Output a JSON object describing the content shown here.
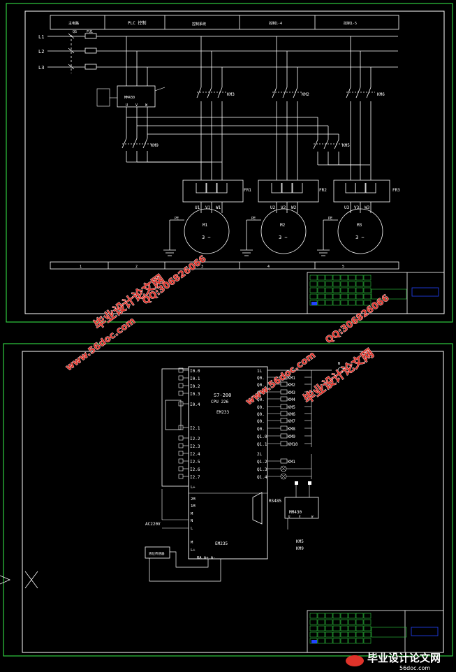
{
  "sheet1": {
    "header_cells": [
      "主电路",
      "PLC 控制",
      "控制系统",
      "控制1-4",
      "控制1-5"
    ],
    "lines": [
      "L1",
      "L2",
      "L3"
    ],
    "qs": "QS",
    "fu1": "FU1",
    "contactors": [
      "KM3",
      "KM2",
      "KM6",
      "KM9",
      "KM5"
    ],
    "relays": [
      "FR1",
      "FR2",
      "FR3"
    ],
    "motor_terms": [
      [
        "U1",
        "V1",
        "W1"
      ],
      [
        "U2",
        "V2",
        "W2"
      ],
      [
        "U3",
        "V3",
        "W3"
      ]
    ],
    "motors": [
      "M1",
      "M2",
      "M3"
    ],
    "motor_phase": "3 ~",
    "pe": "PE",
    "inverter": "MM430",
    "inverter_terms": [
      "U",
      "V",
      "W"
    ],
    "footer_cells": [
      "1",
      "2",
      "3",
      "4",
      "5"
    ]
  },
  "sheet2": {
    "plc_title": "S7-200",
    "cpu": "CPU 226",
    "ext": "EM233",
    "em235": "EM235",
    "inputs": [
      "I0.0",
      "I0.1",
      "I0.2",
      "I0.3",
      "I0.4",
      "I2.1",
      "I2.2",
      "I2.3",
      "I2.4",
      "I2.5",
      "I2.6",
      "I2.7"
    ],
    "outputs": [
      "1L",
      "Q0.",
      "Q0.",
      "Q0.",
      "Q0.",
      "Q0.",
      "Q0.",
      "Q0.",
      "Q0.",
      "Q1.0",
      "Q1.1",
      "2L",
      "Q1.2",
      "Q1.3",
      "Q1.4"
    ],
    "coils": [
      "KM1",
      "KM2",
      "KM3",
      "KM4",
      "KM5",
      "KM6",
      "KM7",
      "KM8",
      "KM9",
      "KM10"
    ],
    "coil_low": "KM1",
    "left_terms": [
      "L+",
      "2M",
      "1M",
      "M",
      "N",
      "L",
      "M",
      "L+"
    ],
    "ac_label": "AC220V",
    "rs485": "RS485",
    "inverter": "MM430",
    "inv_terms": [
      "U",
      "V",
      "W"
    ],
    "km_bottom": [
      "KM5",
      "KM9"
    ],
    "bottom_terms": "RA A+ A-",
    "sensor": "液位传感器",
    "n_label": "N"
  },
  "watermarks": {
    "brand": "毕业设计论文网",
    "site": "www.56doc.com",
    "qq": "QQ:306826066",
    "footer_site": "56doc.com"
  },
  "colors": {
    "frame": "#2ecc40",
    "line": "#ffffff",
    "title_block": "#2ecc40",
    "accent": "#2244ff",
    "watermark": "#e0332a"
  }
}
